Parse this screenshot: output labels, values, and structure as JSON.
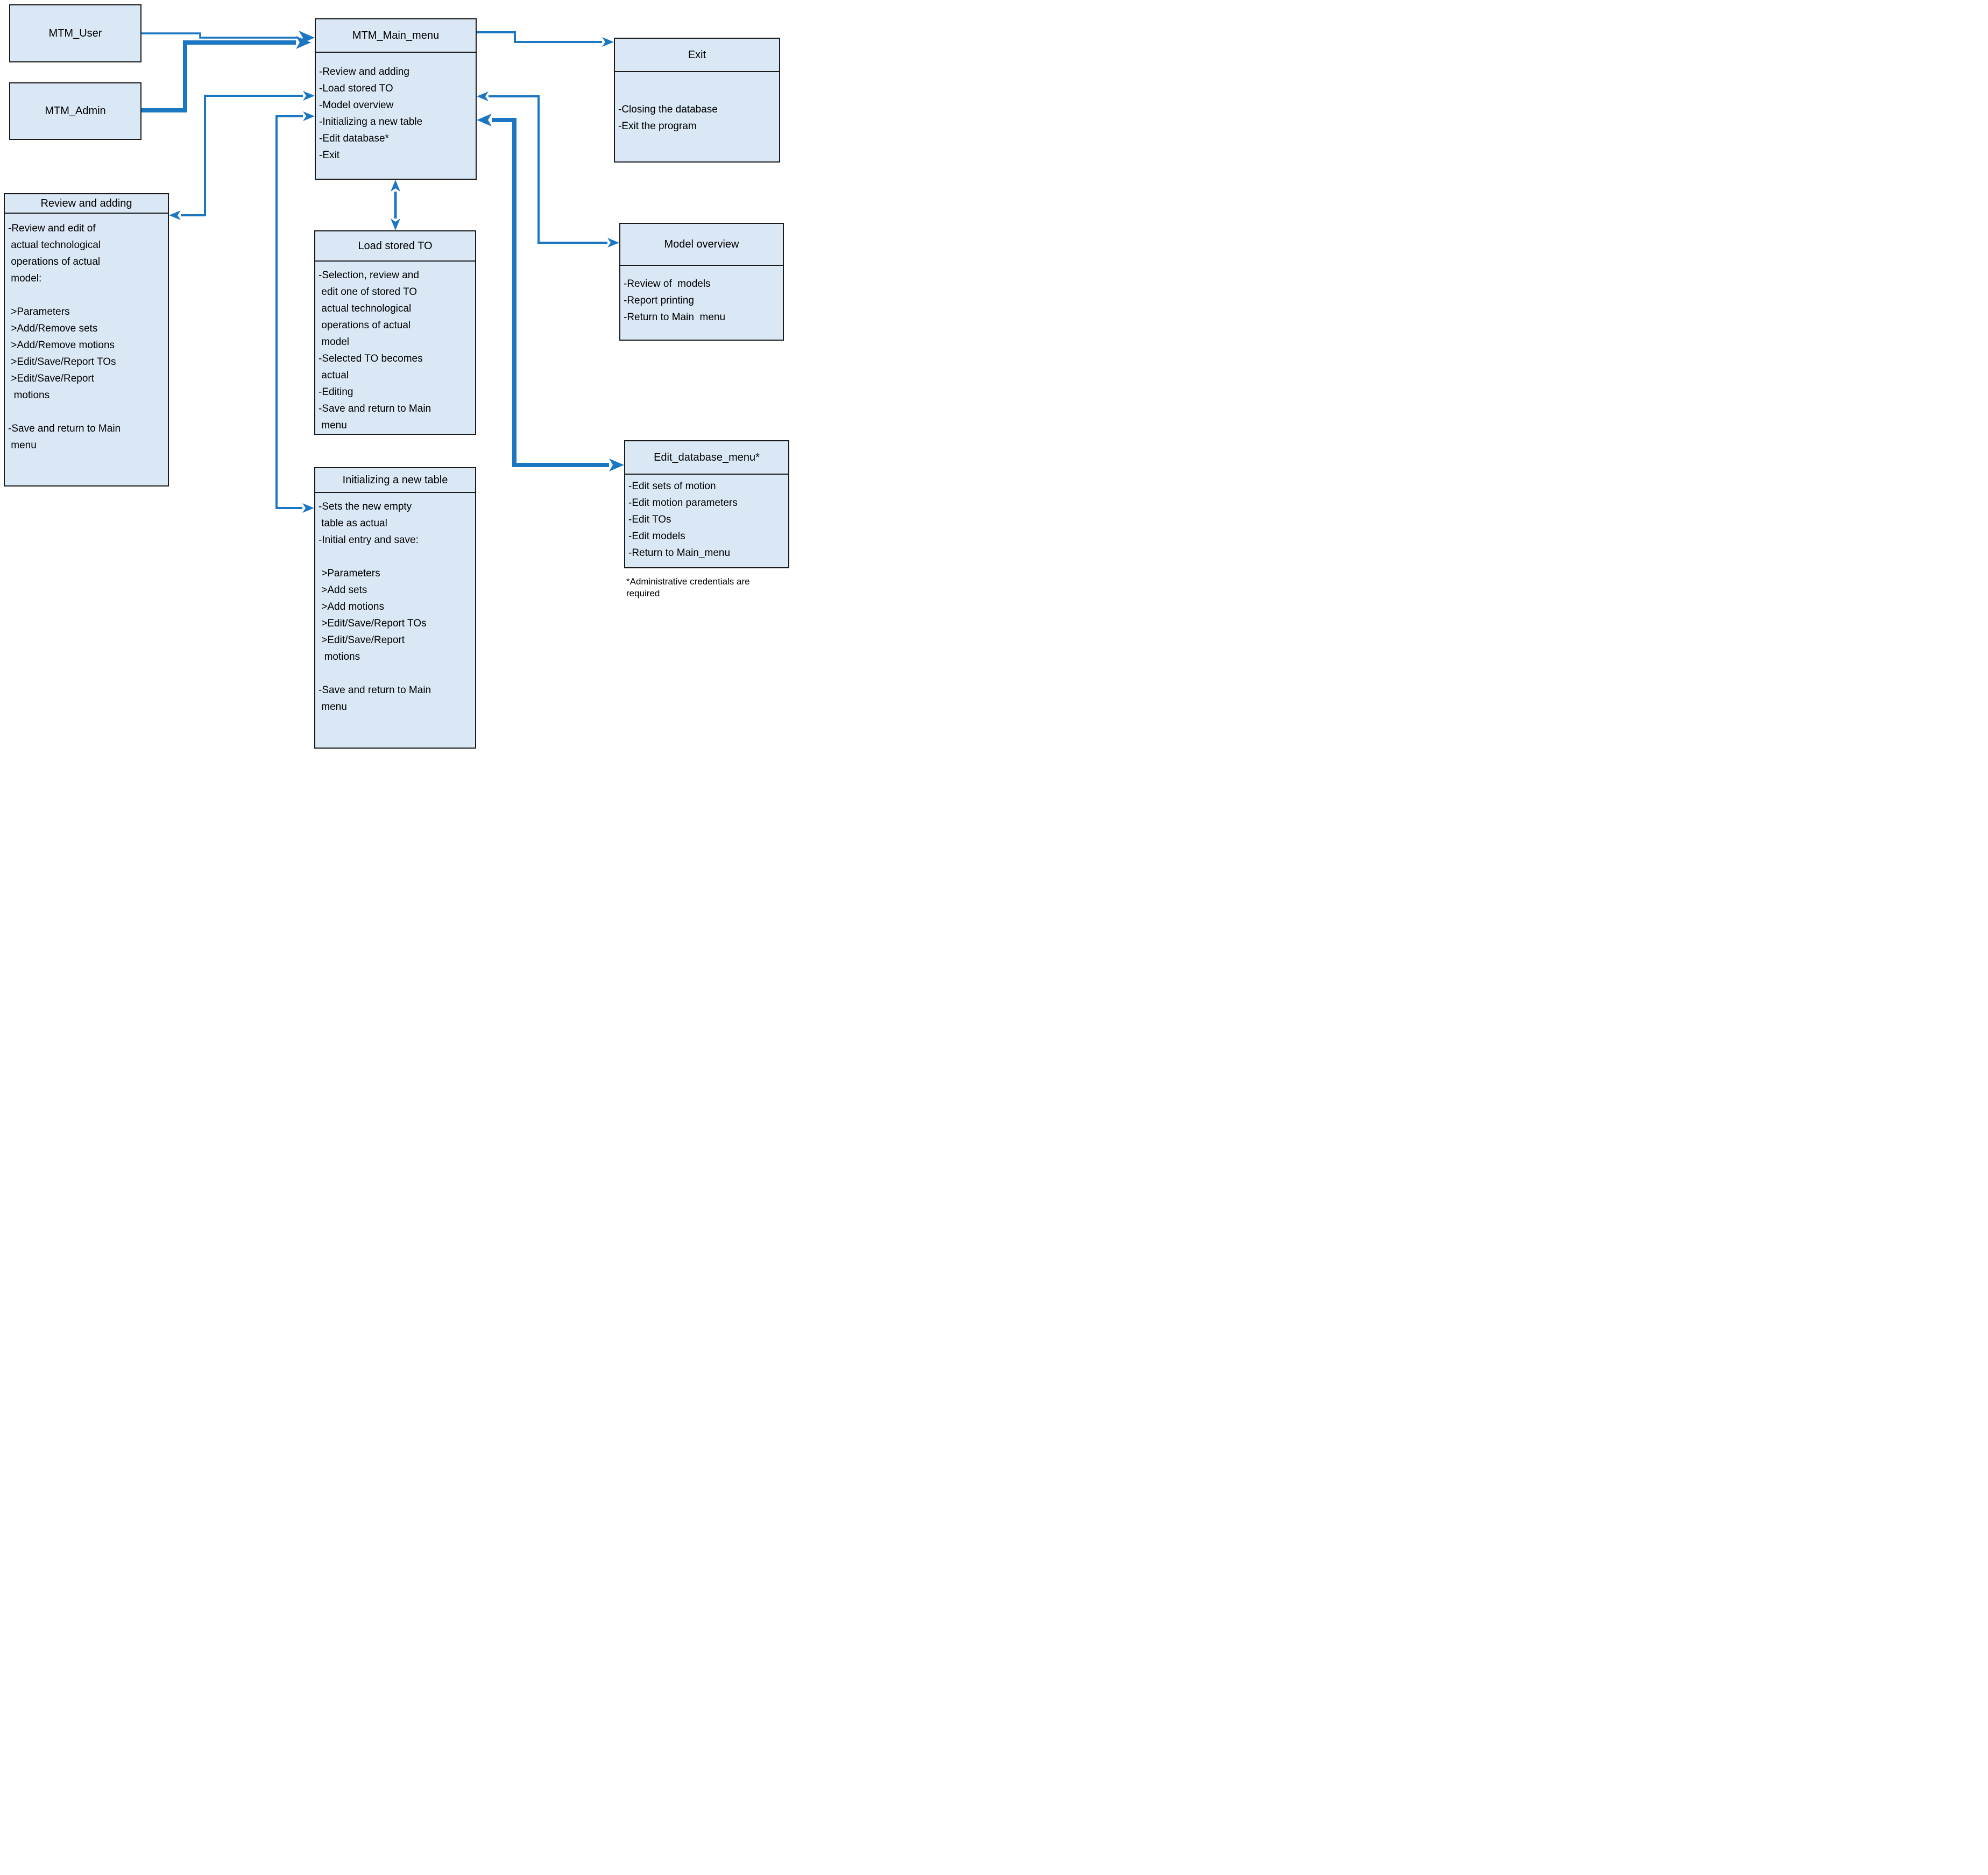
{
  "colors": {
    "box_fill": "#dae8f5",
    "box_border": "#1a1a1a",
    "arrow": "#1c77c3",
    "text": "#000000"
  },
  "nodes": {
    "mtm_user": {
      "title": "MTM_User"
    },
    "mtm_admin": {
      "title": "MTM_Admin"
    },
    "main_menu": {
      "title": "MTM_Main_menu",
      "body": "-Review and adding\n-Load stored TO\n-Model overview\n-Initializing a new table\n-Edit database*\n-Exit"
    },
    "exit": {
      "title": "Exit",
      "body": "-Closing the database\n-Exit the program"
    },
    "review_and_adding": {
      "title": "Review and adding",
      "body": "-Review and edit of\n actual technological\n operations of actual\n model:\n\n >Parameters\n >Add/Remove sets\n >Add/Remove motions\n >Edit/Save/Report TOs\n >Edit/Save/Report\n  motions\n\n-Save and return to Main\n menu"
    },
    "load_stored_to": {
      "title": "Load stored TO",
      "body": "-Selection, review and\n edit one of stored TO\n actual technological\n operations of actual\n model\n-Selected TO becomes\n actual\n-Editing\n-Save and return to Main\n menu"
    },
    "model_overview": {
      "title": "Model overview",
      "body": "-Review of  models\n-Report printing\n-Return to Main  menu"
    },
    "edit_database_menu": {
      "title": "Edit_database_menu*",
      "body": "-Edit sets of motion\n-Edit motion parameters\n-Edit TOs\n-Edit models\n-Return to Main_menu"
    },
    "initializing_new_table": {
      "title": "Initializing a new table",
      "body": "-Sets the new empty\n table as actual\n-Initial entry and save:\n\n >Parameters\n >Add sets\n >Add motions\n >Edit/Save/Report TOs\n >Edit/Save/Report\n  motions\n\n-Save and return to Main\n menu"
    }
  },
  "footnote": "*Administrative credentials are\nrequired",
  "connectors": [
    {
      "name": "mtm-user-to-main-menu",
      "from": "MTM_User",
      "to": "MTM_Main_menu",
      "heads": "end",
      "weight": "thin"
    },
    {
      "name": "mtm-admin-to-main-menu",
      "from": "MTM_Admin",
      "to": "MTM_Main_menu",
      "heads": "end",
      "weight": "thick"
    },
    {
      "name": "main-menu-to-exit",
      "from": "MTM_Main_menu",
      "to": "Exit",
      "heads": "end",
      "weight": "medium"
    },
    {
      "name": "main-menu-to-model-overview",
      "from": "MTM_Main_menu",
      "to": "Model overview",
      "heads": "both",
      "weight": "medium"
    },
    {
      "name": "main-menu-to-edit-database",
      "from": "MTM_Main_menu",
      "to": "Edit_database_menu*",
      "heads": "both",
      "weight": "thick"
    },
    {
      "name": "main-menu-to-review-and-adding",
      "from": "MTM_Main_menu",
      "to": "Review and adding",
      "heads": "both",
      "weight": "medium"
    },
    {
      "name": "main-menu-to-initializing",
      "from": "MTM_Main_menu",
      "to": "Initializing a new table",
      "heads": "both",
      "weight": "medium"
    },
    {
      "name": "main-menu-to-load-stored-to",
      "from": "MTM_Main_menu",
      "to": "Load stored TO",
      "heads": "both",
      "weight": "medium"
    }
  ]
}
